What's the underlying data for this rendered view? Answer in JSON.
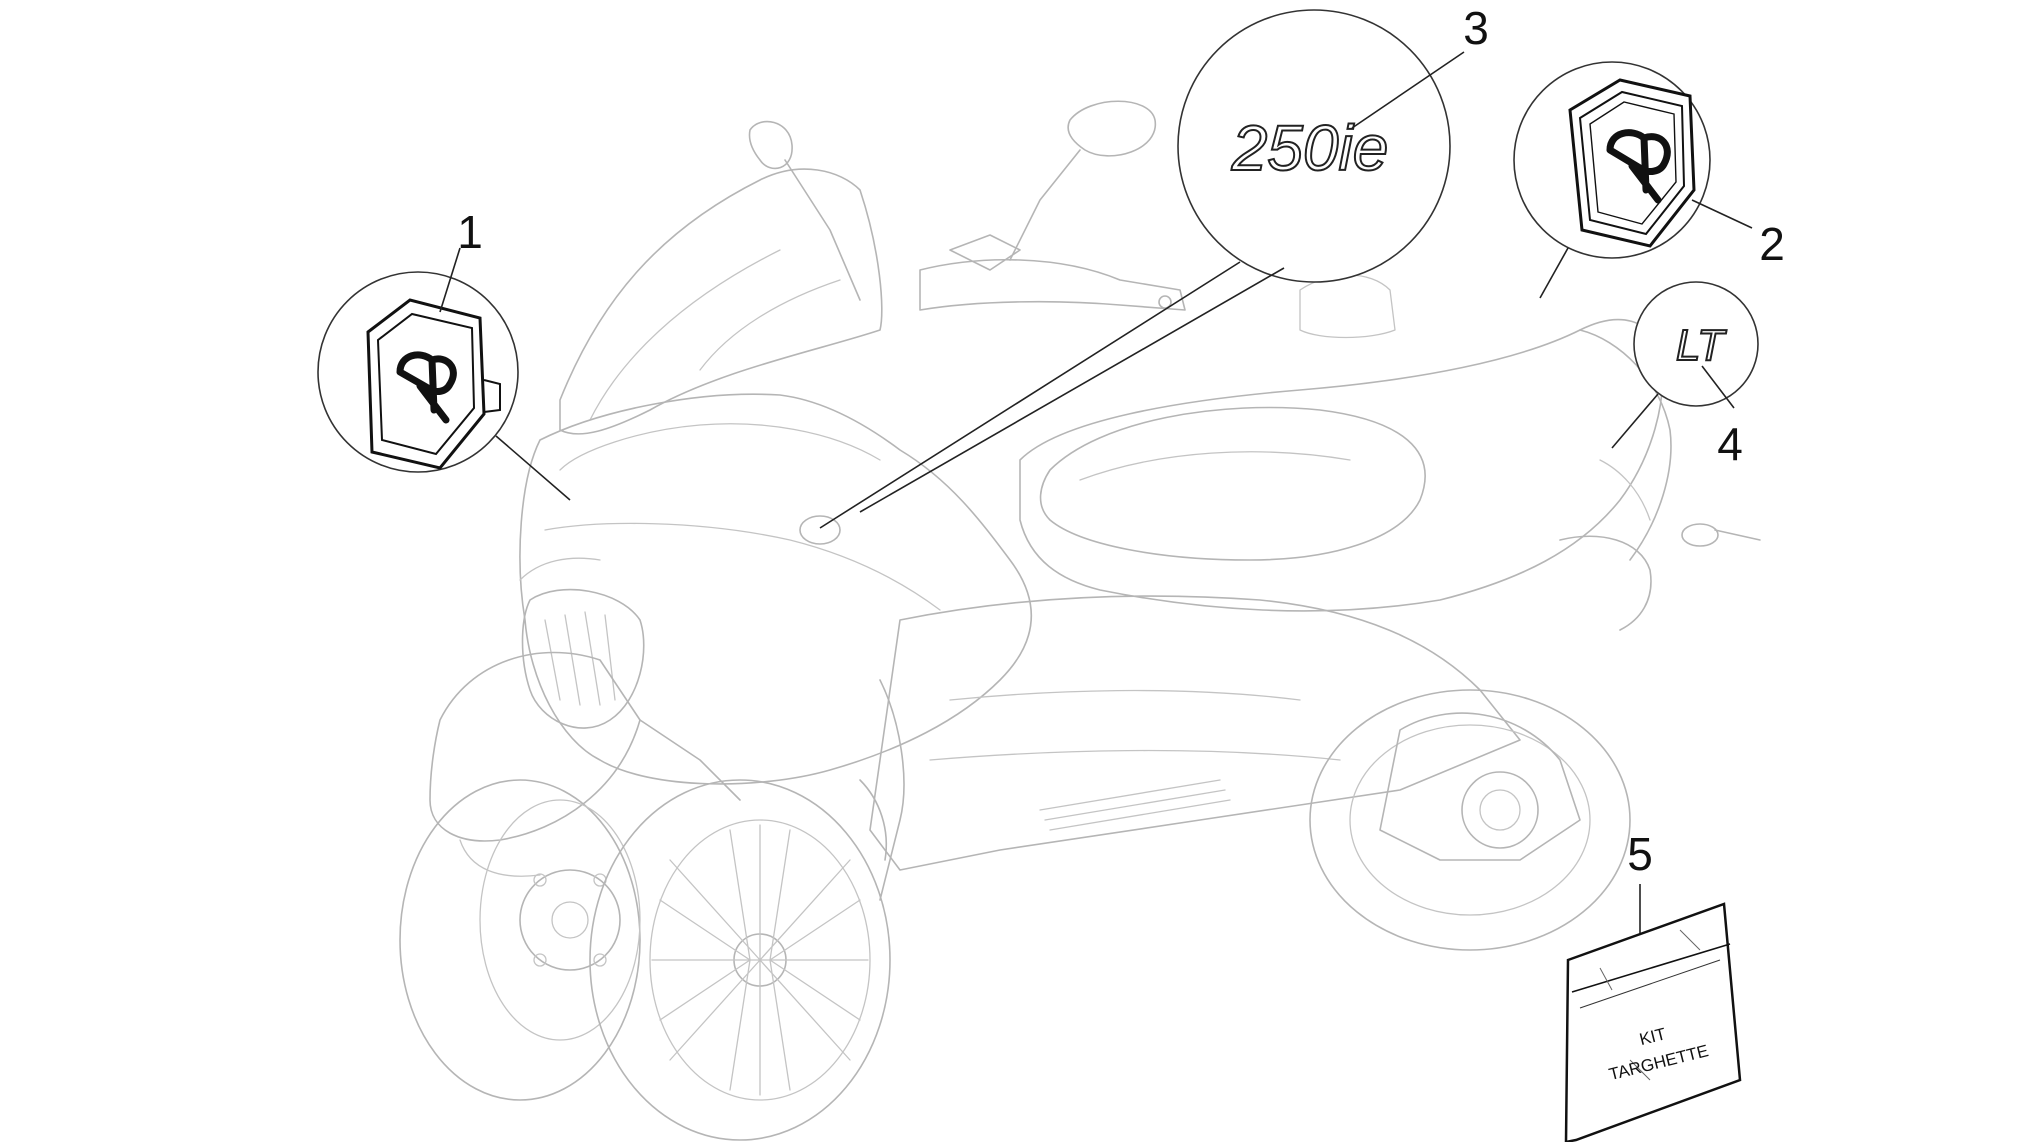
{
  "callouts": [
    {
      "id": "1",
      "label": "1"
    },
    {
      "id": "2",
      "label": "2"
    },
    {
      "id": "3",
      "label": "3"
    },
    {
      "id": "4",
      "label": "4"
    },
    {
      "id": "5",
      "label": "5"
    }
  ],
  "badges": {
    "model": "250ie",
    "lt": "LT"
  },
  "bag": {
    "line1": "KIT",
    "line2": "TARGHETTE"
  },
  "colors": {
    "outline": "#b5b5b5",
    "ink": "#111111"
  }
}
